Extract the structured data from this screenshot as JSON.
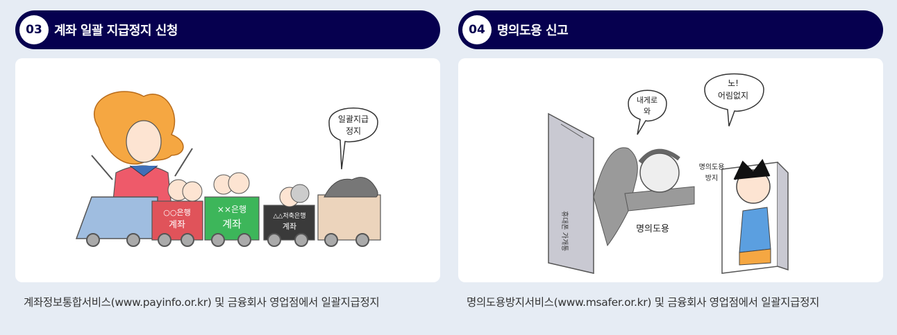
{
  "cards": [
    {
      "number": "03",
      "title": "계좌 일괄 지급정지 신청",
      "description": "계좌정보통합서비스(www.payinfo.or.kr) 및 금융회사 영업점에서 일괄지급정지",
      "illustration": {
        "bubble": [
          "일괄지급",
          "정지"
        ],
        "cars": [
          {
            "label1": "○○은행",
            "label2": "계좌",
            "color": "#e0535a"
          },
          {
            "label1": "××은행",
            "label2": "계좌",
            "color": "#3db65a"
          },
          {
            "label1": "△△저축은행",
            "label2": "계좌",
            "color": "#3a3a3a"
          }
        ]
      }
    },
    {
      "number": "04",
      "title": "명의도용 신고",
      "description": "명의도용방지서비스(www.msafer.or.kr) 및 금융회사 영업점에서 일괄지급정지",
      "illustration": {
        "bubble_left": [
          "내게로",
          "와"
        ],
        "bubble_right": [
          "노!",
          "어림없지"
        ],
        "sign_left": "휴대폰 가개통",
        "sign_middle": [
          "명의도용",
          "방지"
        ],
        "label_bottom": "명의도용"
      }
    }
  ]
}
